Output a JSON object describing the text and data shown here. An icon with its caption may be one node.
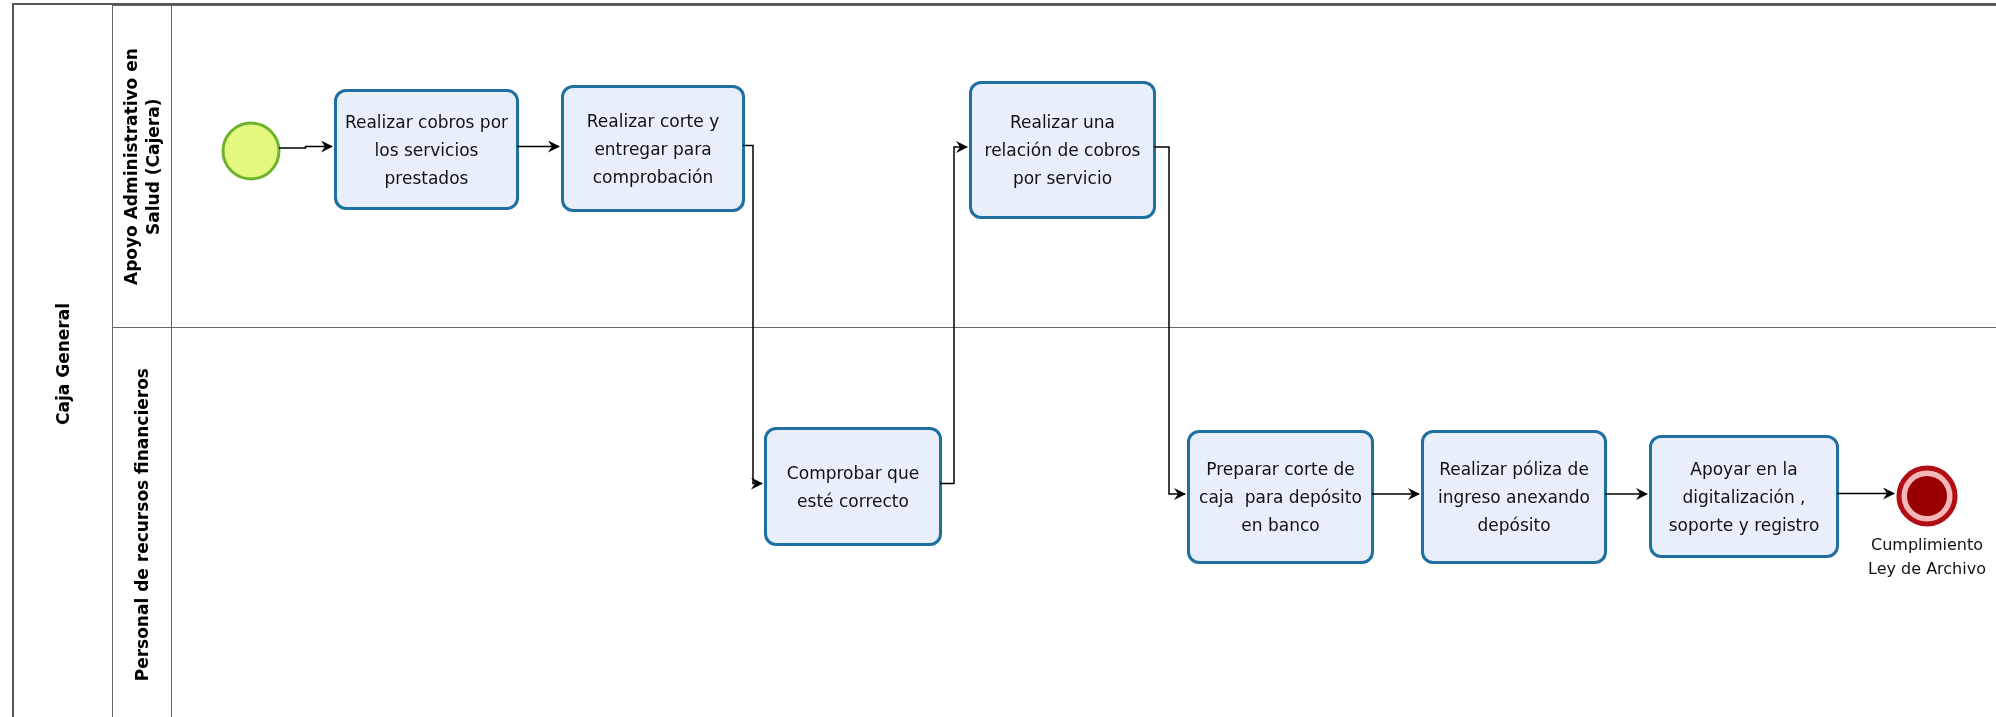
{
  "diagram": {
    "nodes": [
      {
        "text": [
          "Caja General"
        ]
      },
      {
        "text": [
          "Apoyo Administrativo en Salud (Cajera)"
        ],
        "in": 0
      },
      {
        "text": [
          "Personal de recursos financieros"
        ],
        "in": 0
      },
      {
        "text": [],
        "shape": "circle",
        "in": 1
      },
      {
        "text": [
          "Realizar cobros por los servicios prestados"
        ],
        "in": 1
      },
      {
        "text": [
          "Realizar corte y entregar para comprobación"
        ],
        "in": 1
      },
      {
        "text": [
          "Realizar una relación de cobros por servicio"
        ],
        "in": 1
      },
      {
        "text": [
          "Comprobar que esté correcto"
        ],
        "in": 2
      },
      {
        "text": [
          "Preparar corte de caja  para depósito en banco"
        ],
        "in": 2
      },
      {
        "text": [
          "Realizar póliza de ingreso anexando depósito"
        ],
        "in": 2
      },
      {
        "text": [
          "Apoyar en la digitalización , soporte y registro"
        ],
        "in": 2
      },
      {
        "text": [],
        "shape": "circle",
        "beside": [
          "Cumplimiento Ley de Archivo"
        ],
        "in": 2
      }
    ],
    "edges": [
      {
        "from": 3,
        "to": 4,
        "arrow": "to"
      },
      {
        "from": 4,
        "to": 5,
        "arrow": "to"
      },
      {
        "from": 5,
        "to": 7,
        "arrow": "to"
      },
      {
        "from": 7,
        "to": 6,
        "arrow": "to"
      },
      {
        "from": 6,
        "to": 8,
        "arrow": "to"
      },
      {
        "from": 8,
        "to": 9,
        "arrow": "to"
      },
      {
        "from": 9,
        "to": 10,
        "arrow": "to"
      },
      {
        "from": 10,
        "to": 11,
        "arrow": "to"
      }
    ]
  }
}
